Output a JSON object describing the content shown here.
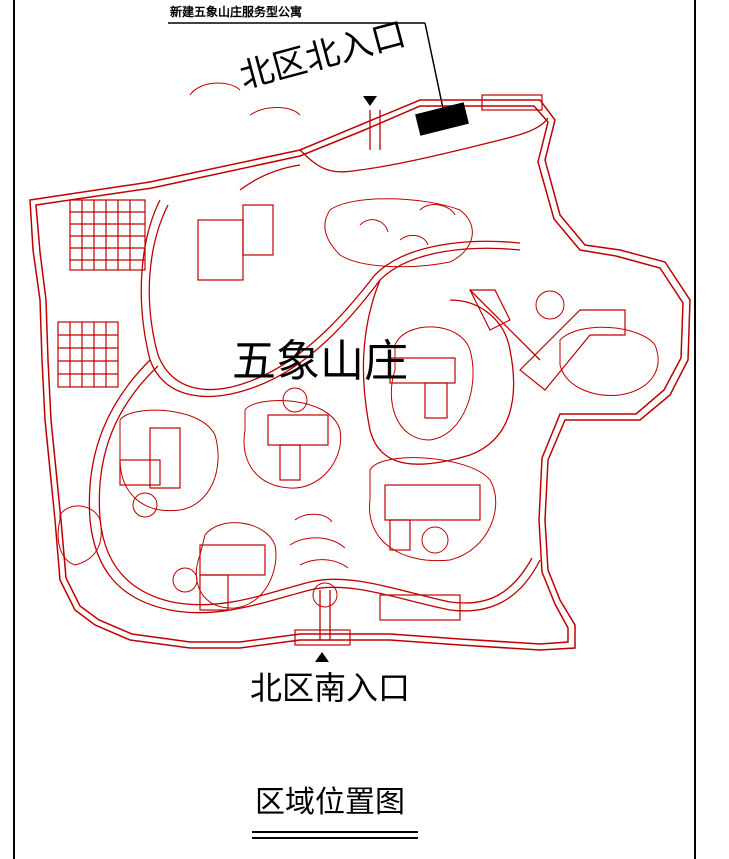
{
  "labels": {
    "callout": "新建五象山庄服务型公寓",
    "north_entrance": "北区北入口",
    "site_name": "五象山庄",
    "south_entrance": "北区南入口",
    "title": "区域位置图"
  },
  "colors": {
    "plan_line": "#c00000",
    "frame": "#000000",
    "background": "#ffffff",
    "highlight_building": "#000000"
  },
  "icons": {
    "north_marker": "triangle-down-icon",
    "south_marker": "triangle-up-icon"
  }
}
